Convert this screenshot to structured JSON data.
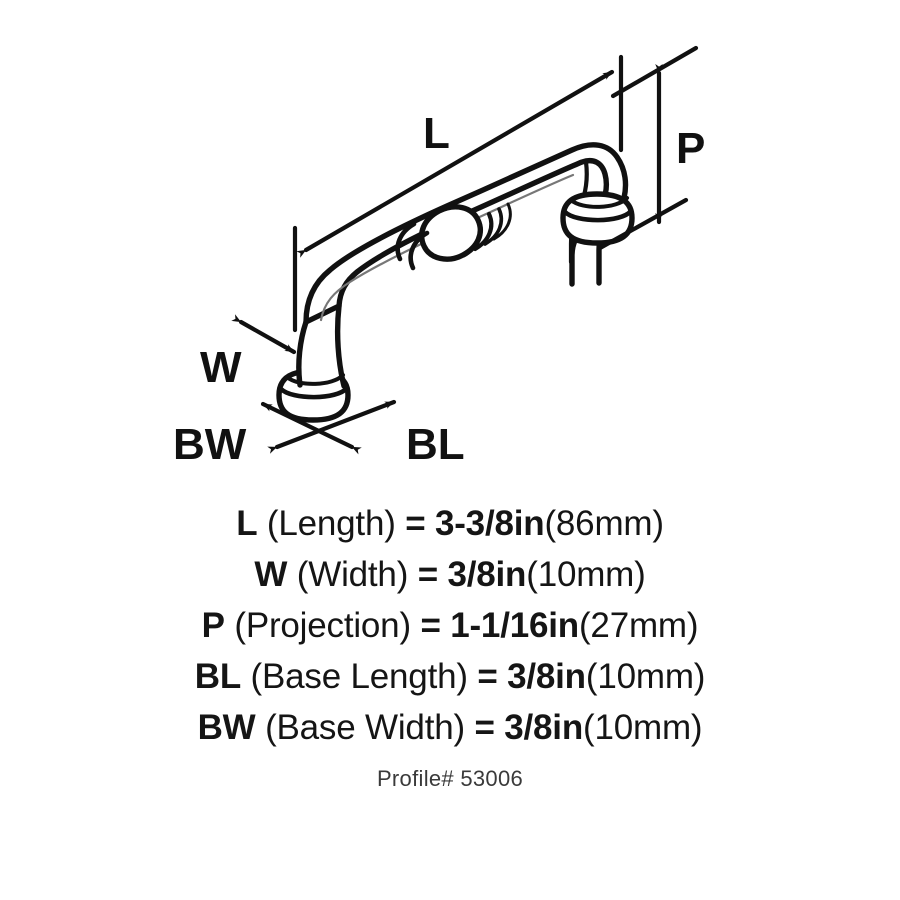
{
  "product": {
    "type": "cabinet-pull-handle",
    "view": "isometric-line-drawing"
  },
  "diagram": {
    "labels": {
      "length": "L",
      "width": "W",
      "projection": "P",
      "base_width": "BW",
      "base_length": "BL"
    }
  },
  "specs": [
    {
      "symbol": "L",
      "name": "(Length)",
      "equals": "= 3-3/8in",
      "metric": "(86mm)"
    },
    {
      "symbol": "W",
      "name": "(Width)",
      "equals": "= 3/8in",
      "metric": "(10mm)"
    },
    {
      "symbol": "P",
      "name": "(Projection)",
      "equals": "= 1-1/16in",
      "metric": "(27mm)"
    },
    {
      "symbol": "BL",
      "name": "(Base Length)",
      "equals": "= 3/8in",
      "metric": "(10mm)"
    },
    {
      "symbol": "BW",
      "name": "(Base Width)",
      "equals": "= 3/8in",
      "metric": "(10mm)"
    }
  ],
  "profile": {
    "text": "Profile# 53006"
  },
  "colors": {
    "ink": "#111111",
    "text": "#151515",
    "muted": "#3a3a3a",
    "background": "#ffffff"
  }
}
